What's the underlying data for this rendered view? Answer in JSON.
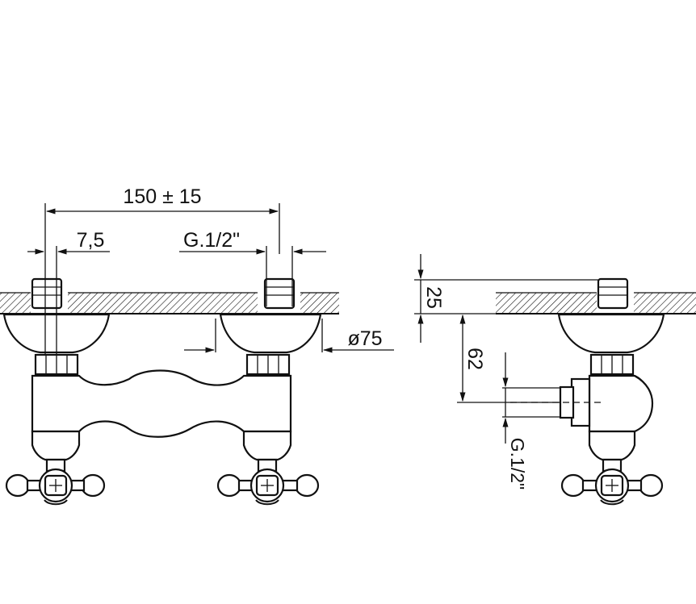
{
  "front_view": {
    "dim_center_distance": "150 ± 15",
    "dim_offset": "7,5",
    "thread_prefix": "G.",
    "thread_fraction": "1/2\"",
    "dim_diameter": "ø75"
  },
  "side_view": {
    "dim_wall_depth": "25",
    "dim_outlet_height": "62",
    "outlet_thread": "G.1/2\""
  },
  "colors": {
    "line": "#111111",
    "background": "#ffffff"
  },
  "icons": [
    "wall-hatch",
    "cross-handle",
    "hex-nut"
  ]
}
